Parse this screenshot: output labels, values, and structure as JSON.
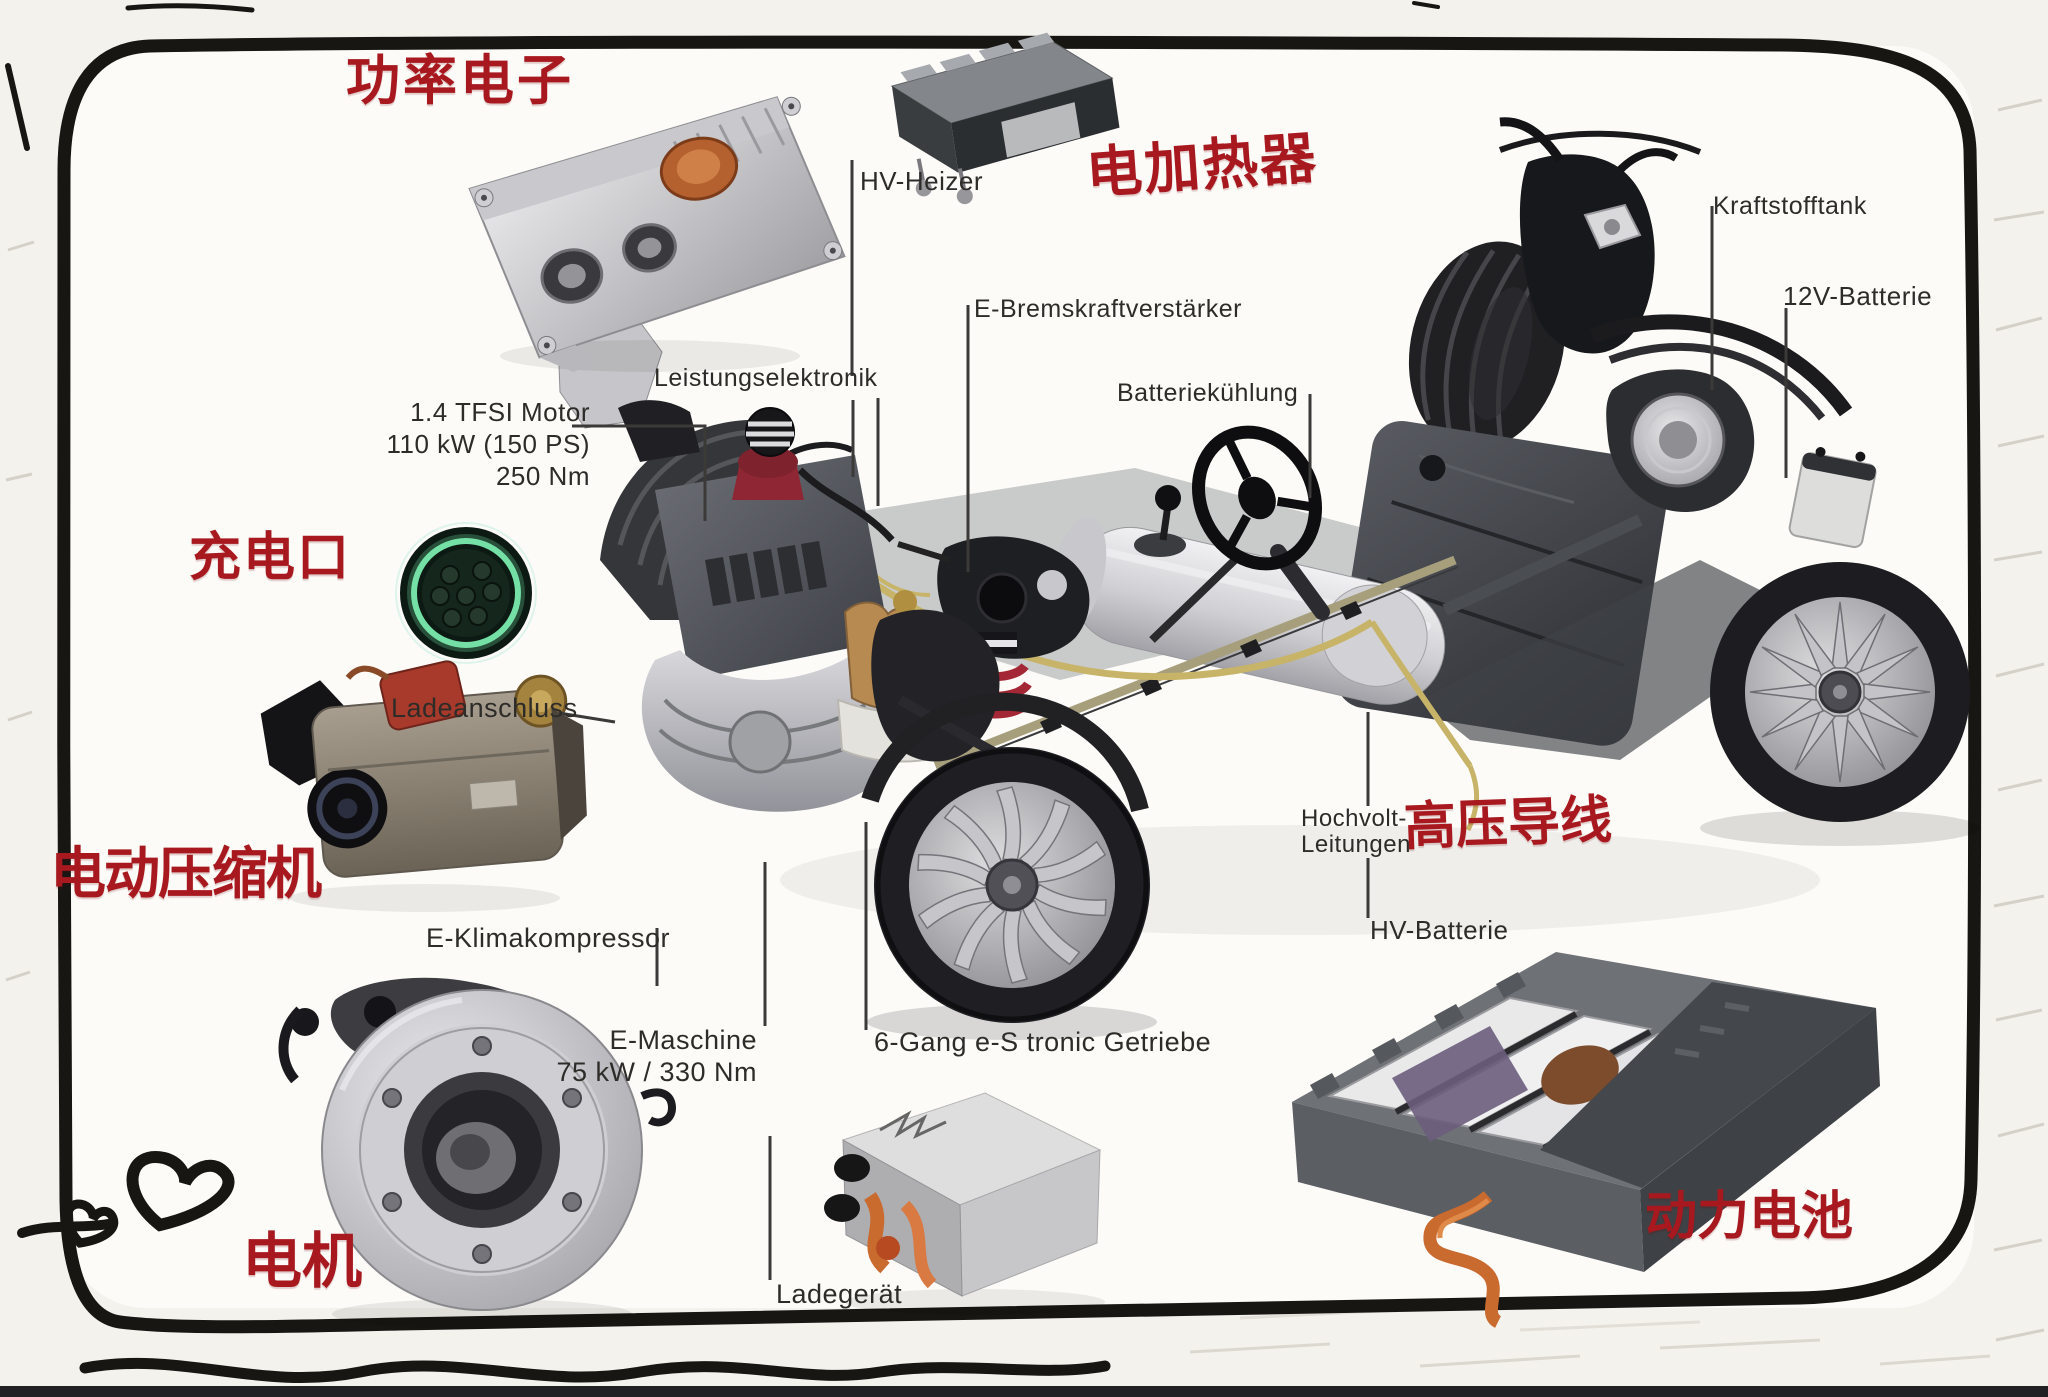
{
  "diagram_title": "PHEV drivetrain annotated cutaway",
  "labels": {
    "zh": {
      "power_electronics": "功率电子",
      "electric_heater": "电加热器",
      "charging_port": "充电口",
      "electric_compressor": "电动压缩机",
      "hv_wires": "高压导线",
      "electric_motor": "电机",
      "traction_battery": "动力电池"
    },
    "de": {
      "hv_heater": "HV-Heizer",
      "power_electronics": "Leistungselektronik",
      "engine_name": "1.4 TFSI Motor",
      "engine_power": "110 kW (150 PS)",
      "engine_torque": "250 Nm",
      "brake_booster": "E-Bremskraftverstärker",
      "battery_cooling": "Batteriekühlung",
      "fuel_tank": "Kraftstofftank",
      "aux_battery": "12V-Batterie",
      "charging_socket": "Ladeanschluss",
      "ac_compressor": "E-Klimakompressor",
      "hv_lines_1": "Hochvolt-",
      "hv_lines_2": "Leitungen",
      "hv_battery": "HV-Batterie",
      "e_machine_name": "E-Maschine",
      "e_machine_power": "75 kW / 330 Nm",
      "gearbox": "6-Gang e-S tronic Getriebe",
      "charger": "Ladegerät"
    }
  },
  "colors": {
    "label_red": "#a8191f",
    "label_dark": "#2e2c29",
    "paper": "#f4f2ec",
    "paper_inner": "#fcfbf8",
    "ink": "#171613",
    "leader_line": "#3b3a38",
    "port_glow": "#74e0a5",
    "cable_yellow": "#c7b468",
    "cable_orange": "#c96a2f",
    "accent_red": "#a32734"
  }
}
